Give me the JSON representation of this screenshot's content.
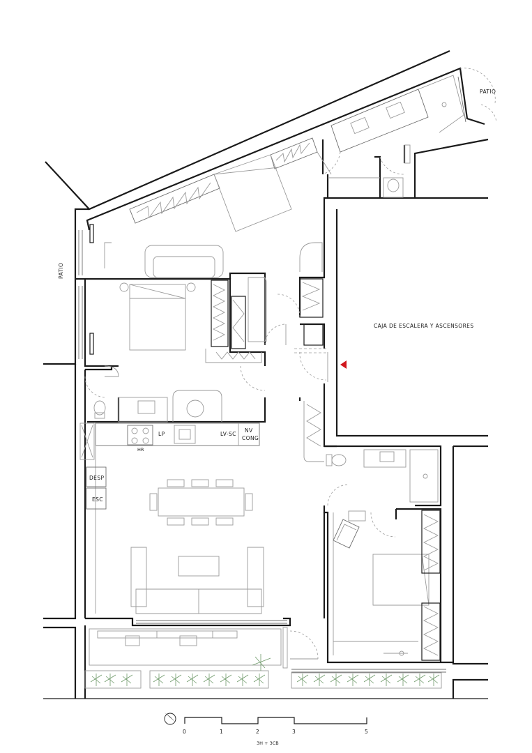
{
  "labels": {
    "patio_top": "PATIO",
    "patio_left": "PATIO",
    "stairwell": "CAJA DE ESCALERA Y ASCENSORES",
    "lp": "LP",
    "hr": "HR",
    "lv_sc": "LV-SC",
    "nv": "NV",
    "cong": "CONG",
    "desp": "DESP",
    "esc": "ESC"
  },
  "scale": {
    "ticks": [
      "0",
      "1",
      "2",
      "3",
      "5"
    ],
    "caption": "3H + 3CB"
  },
  "colors": {
    "wall": "#1a1a1a",
    "furniture": "#9a9a9a",
    "plants": "#6f9a6a",
    "entry_marker": "#d0161c"
  },
  "icons": {
    "north": "north-arrow-icon",
    "entry": "entry-triangle-icon"
  }
}
